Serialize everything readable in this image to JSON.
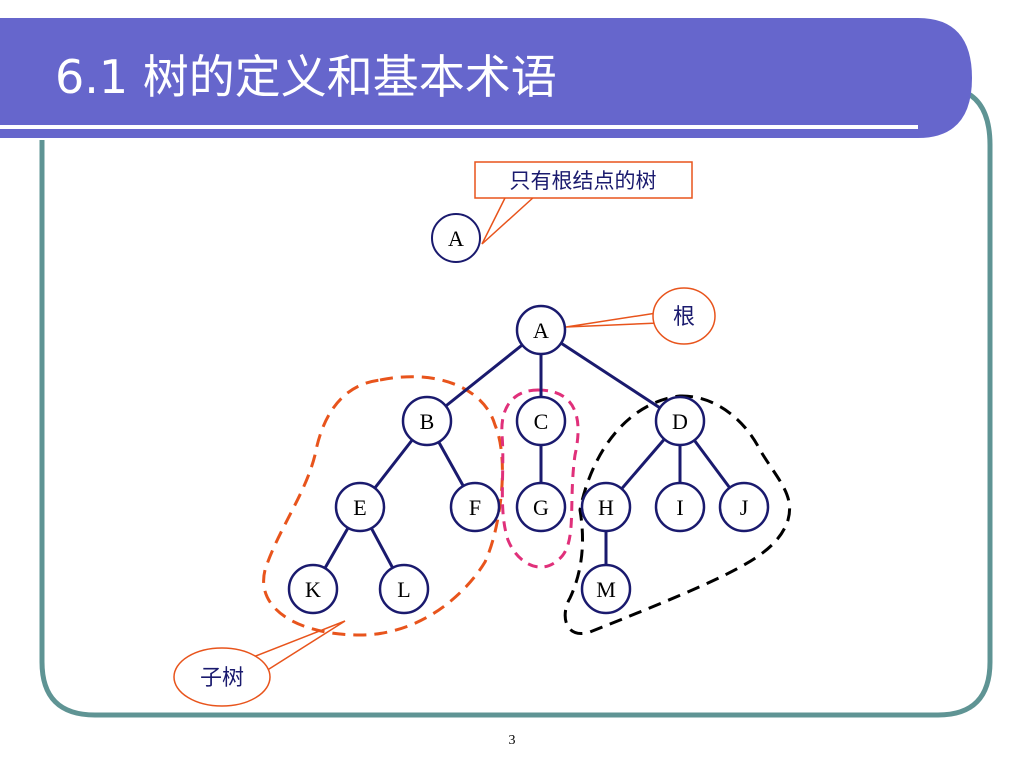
{
  "title": "6.1  树的定义和基本术语",
  "callouts": {
    "root_only": "只有根结点的树",
    "root": "根",
    "subtree": "子树"
  },
  "single_node": "A",
  "tree": {
    "nodes": [
      "A",
      "B",
      "C",
      "D",
      "E",
      "F",
      "G",
      "H",
      "I",
      "J",
      "K",
      "L",
      "M"
    ],
    "edges": [
      [
        "A",
        "B"
      ],
      [
        "A",
        "C"
      ],
      [
        "A",
        "D"
      ],
      [
        "B",
        "E"
      ],
      [
        "B",
        "F"
      ],
      [
        "C",
        "G"
      ],
      [
        "D",
        "H"
      ],
      [
        "D",
        "I"
      ],
      [
        "D",
        "J"
      ],
      [
        "E",
        "K"
      ],
      [
        "E",
        "L"
      ],
      [
        "H",
        "M"
      ]
    ]
  },
  "page_number": "3",
  "colors": {
    "title_bar": "#6666cc",
    "frame": "#5f9494",
    "node_stroke": "#1a1a6e",
    "callout": "#e8541c",
    "subtree_orange": "#e8541c",
    "subtree_pink": "#e0307a",
    "subtree_black": "#000000"
  }
}
